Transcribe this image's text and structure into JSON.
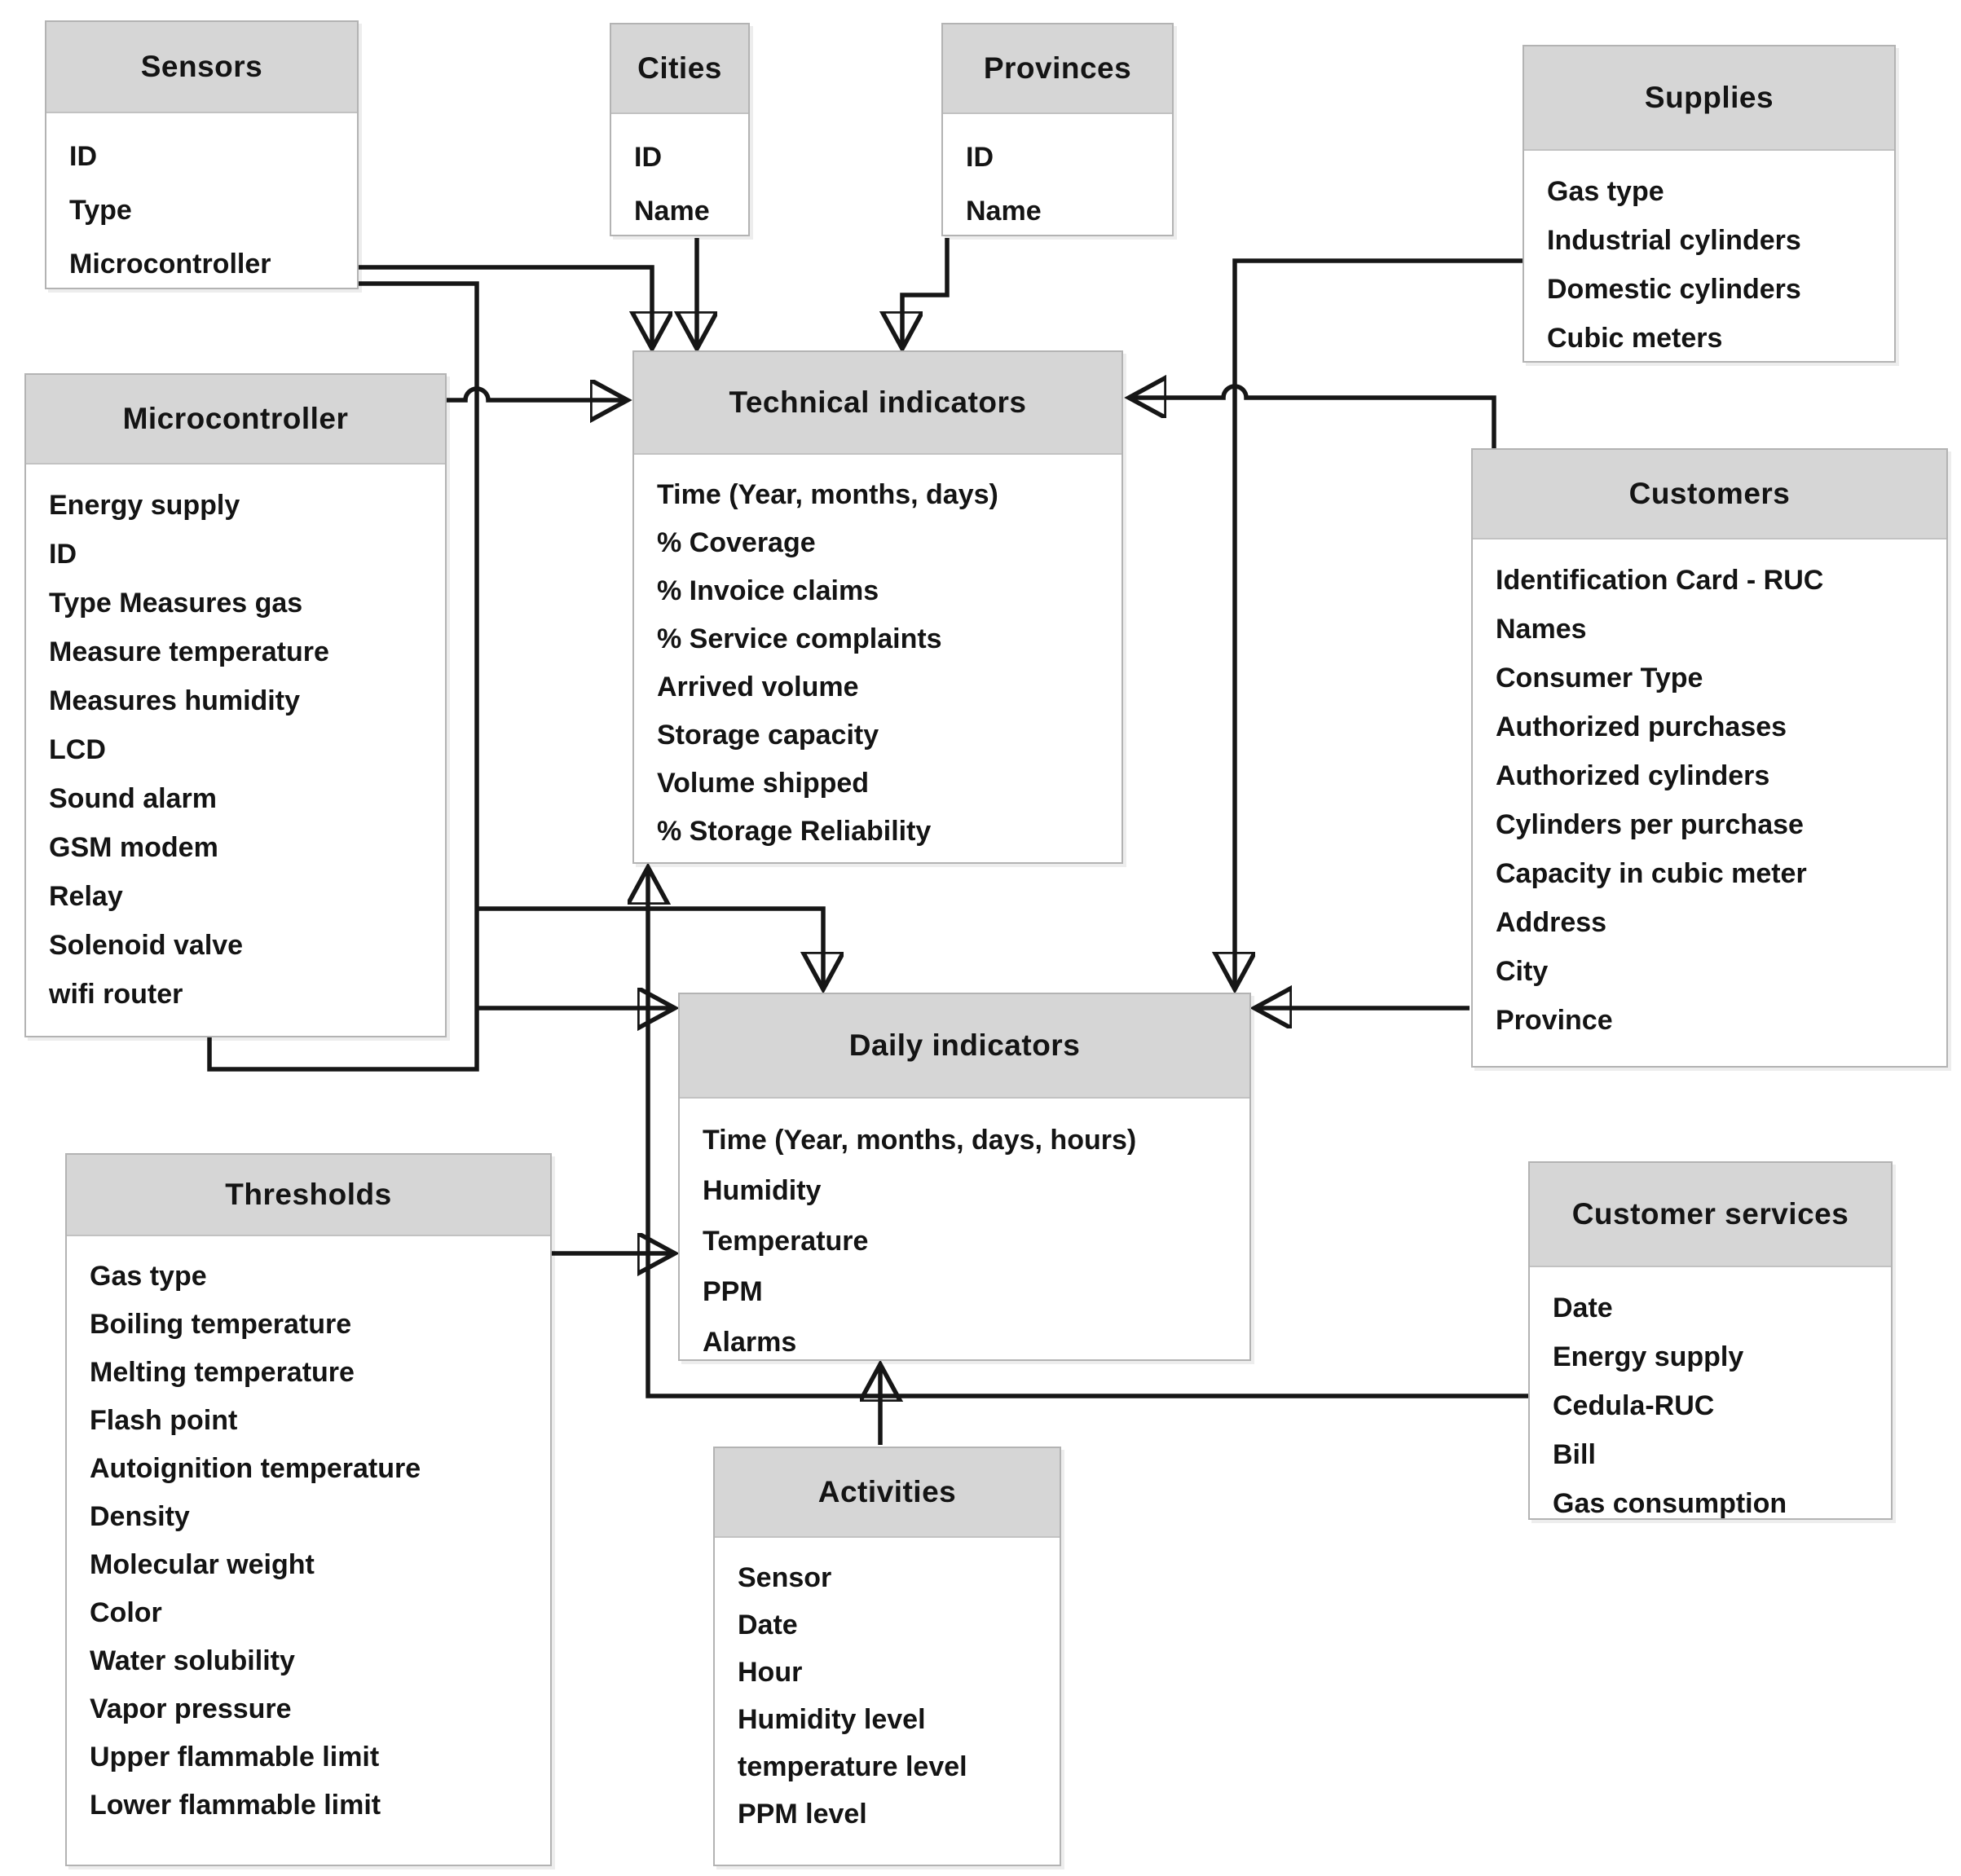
{
  "diagram_type": "entity-relationship",
  "colors": {
    "header_bg": "#d6d6d6",
    "box_border": "#b3b3b3",
    "line_color": "#161616",
    "text_color": "#141414",
    "background": "#ffffff"
  },
  "entities": {
    "sensors": {
      "title": "Sensors",
      "fields": [
        "ID",
        "Type",
        "Microcontroller"
      ]
    },
    "cities": {
      "title": "Cities",
      "fields": [
        "ID",
        "Name"
      ]
    },
    "provinces": {
      "title": "Provinces",
      "fields": [
        "ID",
        "Name"
      ]
    },
    "supplies": {
      "title": "Supplies",
      "fields": [
        "Gas type",
        "Industrial cylinders",
        "Domestic cylinders",
        "Cubic meters"
      ]
    },
    "microcontroller": {
      "title": "Microcontroller",
      "fields": [
        "Energy supply",
        "ID",
        "Type Measures gas",
        "Measure temperature",
        "Measures humidity",
        "LCD",
        "Sound alarm",
        "GSM modem",
        "Relay",
        "Solenoid valve",
        "wifi router"
      ]
    },
    "technical_indicators": {
      "title": "Technical indicators",
      "fields": [
        "Time (Year, months, days)",
        "% Coverage",
        "% Invoice claims",
        "% Service complaints",
        "Arrived volume",
        "Storage capacity",
        "Volume shipped",
        "% Storage Reliability"
      ]
    },
    "customers": {
      "title": "Customers",
      "fields": [
        "Identification Card - RUC",
        "Names",
        "Consumer Type",
        "Authorized purchases",
        "Authorized cylinders",
        "Cylinders per purchase",
        "Capacity in cubic meter",
        "Address",
        "City",
        "Province"
      ]
    },
    "daily_indicators": {
      "title": "Daily indicators",
      "fields": [
        "Time (Year, months, days, hours)",
        "Humidity",
        "Temperature",
        "PPM",
        "Alarms"
      ]
    },
    "thresholds": {
      "title": "Thresholds",
      "fields": [
        "Gas type",
        "Boiling temperature",
        "Melting temperature",
        "Flash point",
        "Autoignition temperature",
        "Density",
        "Molecular weight",
        "Color",
        "Water solubility",
        "Vapor pressure",
        "Upper flammable limit",
        "Lower flammable limit"
      ]
    },
    "customer_services": {
      "title": "Customer services",
      "fields": [
        "Date",
        "Energy supply",
        "Cedula-RUC",
        "Bill",
        "Gas consumption"
      ]
    },
    "activities": {
      "title": "Activities",
      "fields": [
        "Sensor",
        "Date",
        "Hour",
        "Humidity level",
        "temperature level",
        "PPM level"
      ]
    }
  },
  "connections": [
    {
      "from": "Sensors",
      "to": "Technical indicators"
    },
    {
      "from": "Cities",
      "to": "Technical indicators"
    },
    {
      "from": "Provinces",
      "to": "Technical indicators"
    },
    {
      "from": "Microcontroller",
      "to": "Technical indicators"
    },
    {
      "from": "Customers",
      "to": "Technical indicators"
    },
    {
      "from": "Customer services",
      "to": "Technical indicators"
    },
    {
      "from": "Supplies",
      "to": "Daily indicators"
    },
    {
      "from": "Sensors",
      "to": "Daily indicators"
    },
    {
      "from": "Microcontroller",
      "to": "Daily indicators"
    },
    {
      "from": "Thresholds",
      "to": "Daily indicators"
    },
    {
      "from": "Customers",
      "to": "Daily indicators"
    },
    {
      "from": "Activities",
      "to": "Daily indicators"
    },
    {
      "from": "Customer services",
      "to": "Daily indicators"
    }
  ]
}
